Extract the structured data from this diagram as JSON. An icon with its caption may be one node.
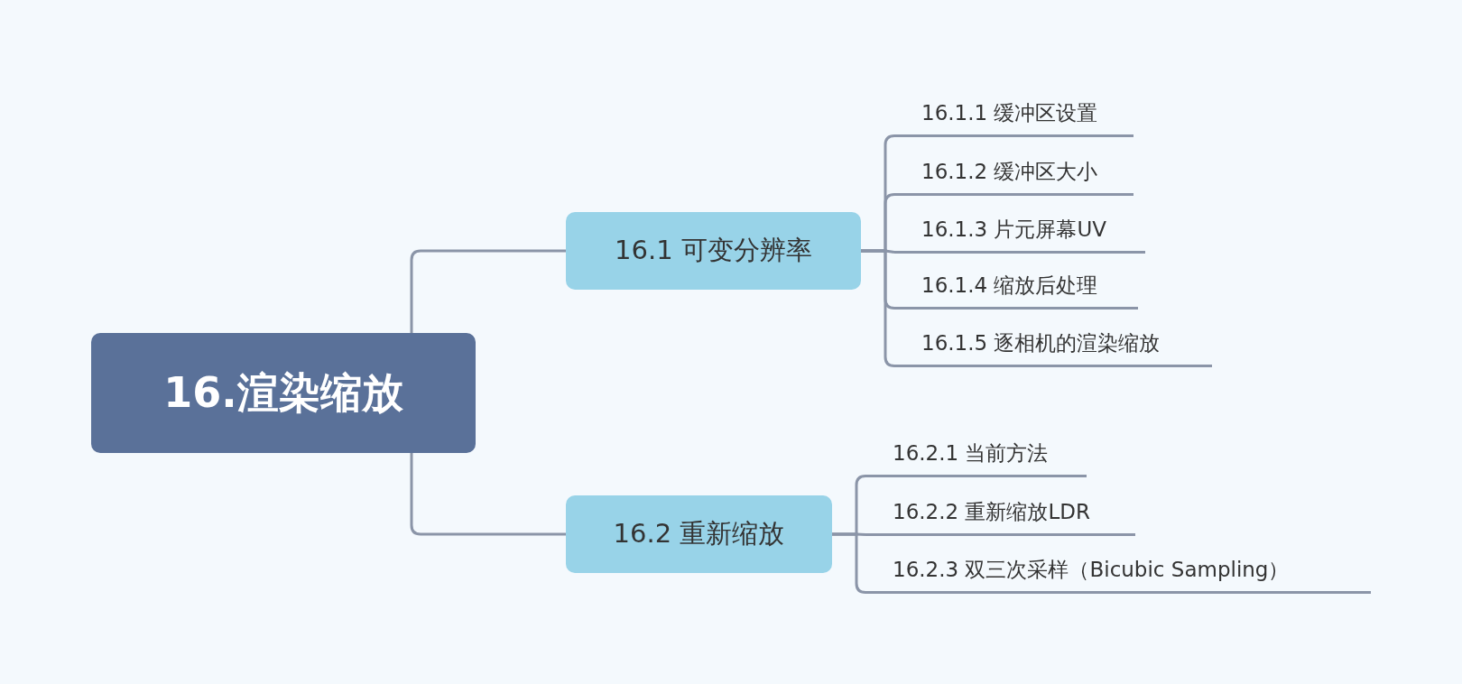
{
  "diagram": {
    "nodes": [
      {
        "text": [
          "16.渲染缩放"
        ]
      },
      {
        "text": [
          "16.1 可变分辨率"
        ]
      },
      {
        "text": [
          "16.1.1 缓冲区设置"
        ]
      },
      {
        "text": [
          "16.1.2 缓冲区大小"
        ]
      },
      {
        "text": [
          "16.1.3 片元屏幕UV"
        ]
      },
      {
        "text": [
          "16.1.4 缩放后处理"
        ]
      },
      {
        "text": [
          "16.1.5 逐相机的渲染缩放"
        ]
      },
      {
        "text": [
          "16.2 重新缩放"
        ]
      },
      {
        "text": [
          "16.2.1 当前方法"
        ]
      },
      {
        "text": [
          "16.2.2 重新缩放LDR"
        ]
      },
      {
        "text": [
          "16.2.3 双三次采样（Bicubic Sampling）"
        ]
      }
    ],
    "edges": [
      {
        "from": 0,
        "to": 1,
        "arrow": "none"
      },
      {
        "from": 1,
        "to": 2,
        "arrow": "none"
      },
      {
        "from": 1,
        "to": 3,
        "arrow": "none"
      },
      {
        "from": 1,
        "to": 4,
        "arrow": "none"
      },
      {
        "from": 1,
        "to": 5,
        "arrow": "none"
      },
      {
        "from": 1,
        "to": 6,
        "arrow": "none"
      },
      {
        "from": 0,
        "to": 7,
        "arrow": "none"
      },
      {
        "from": 7,
        "to": 8,
        "arrow": "none"
      },
      {
        "from": 7,
        "to": 9,
        "arrow": "none"
      },
      {
        "from": 7,
        "to": 10,
        "arrow": "none"
      }
    ]
  }
}
